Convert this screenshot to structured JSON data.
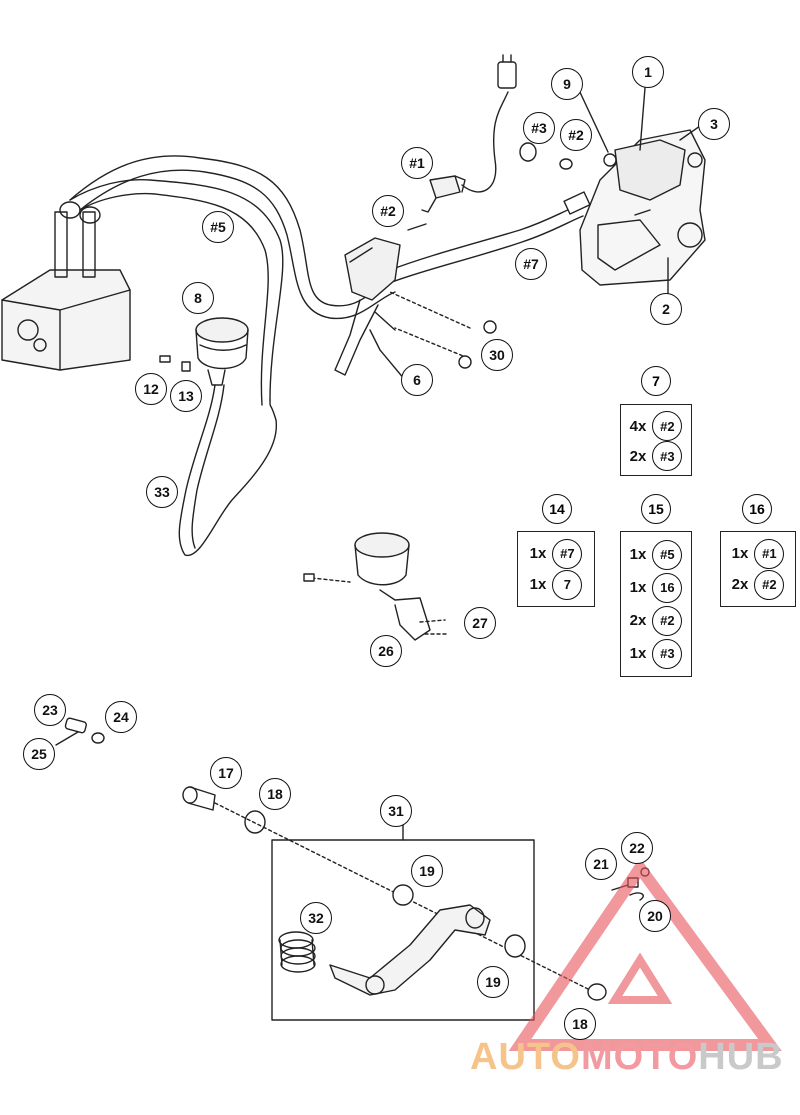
{
  "callouts": {
    "c1": "1",
    "c2": "2",
    "c3": "3",
    "c6": "6",
    "c8": "8",
    "c9": "9",
    "c12": "12",
    "c13": "13",
    "c17": "17",
    "c18a": "18",
    "c18b": "18",
    "c19a": "19",
    "c19b": "19",
    "c20": "20",
    "c21": "21",
    "c22": "22",
    "c23": "23",
    "c24": "24",
    "c25": "25",
    "c26": "26",
    "c27": "27",
    "c30": "30",
    "c31": "31",
    "c32": "32",
    "c33": "33",
    "h1": "#1",
    "h2a": "#2",
    "h2b": "#2",
    "h3": "#3",
    "h5": "#5",
    "h7": "#7"
  },
  "kits": [
    {
      "id": "7",
      "rows": [
        {
          "qty": "4x",
          "ref": "#2"
        },
        {
          "qty": "2x",
          "ref": "#3"
        }
      ]
    },
    {
      "id": "14",
      "rows": [
        {
          "qty": "1x",
          "ref": "#7"
        },
        {
          "qty": "1x",
          "ref": "7"
        }
      ]
    },
    {
      "id": "15",
      "rows": [
        {
          "qty": "1x",
          "ref": "#5"
        },
        {
          "qty": "1x",
          "ref": "16"
        },
        {
          "qty": "2x",
          "ref": "#2"
        },
        {
          "qty": "1x",
          "ref": "#3"
        }
      ]
    },
    {
      "id": "16",
      "rows": [
        {
          "qty": "1x",
          "ref": "#1"
        },
        {
          "qty": "2x",
          "ref": "#2"
        }
      ]
    }
  ],
  "watermark": {
    "part1": "AUTO",
    "part2": "MOTO",
    "part3": "HUB"
  },
  "colors": {
    "line": "#111111",
    "watermark_red": "#e8545b",
    "watermark_orange": "#f6c48a",
    "watermark_grey": "#c9c9c9"
  }
}
